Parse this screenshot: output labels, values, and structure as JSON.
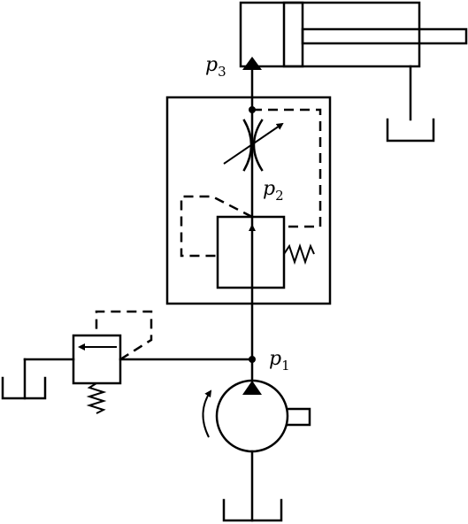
{
  "labels": {
    "p1": {
      "base": "p",
      "sub": "1"
    },
    "p2": {
      "base": "p",
      "sub": "2"
    },
    "p3": {
      "base": "p",
      "sub": "3"
    }
  },
  "colors": {
    "line": "#000000",
    "background": "#ffffff"
  }
}
